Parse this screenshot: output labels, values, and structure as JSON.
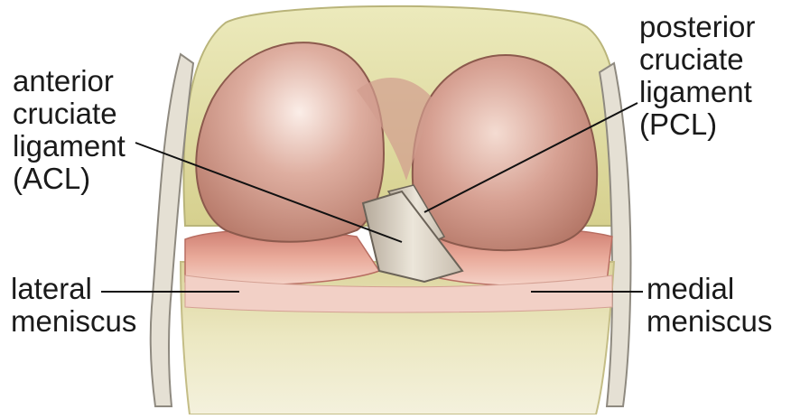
{
  "labels": {
    "acl": [
      "anterior",
      "cruciate",
      "ligament",
      "(ACL)"
    ],
    "pcl": [
      "posterior",
      "cruciate",
      "ligament",
      "(PCL)"
    ],
    "lateral_meniscus": [
      "lateral",
      "meniscus"
    ],
    "medial_meniscus": [
      "medial",
      "meniscus"
    ]
  },
  "colors": {
    "femur_cartilage": "#d9a99a",
    "bone": "#e6e2b0",
    "meniscus": "#e6a89a",
    "ligament": "#e4ddd0",
    "leader_line": "#111111"
  }
}
